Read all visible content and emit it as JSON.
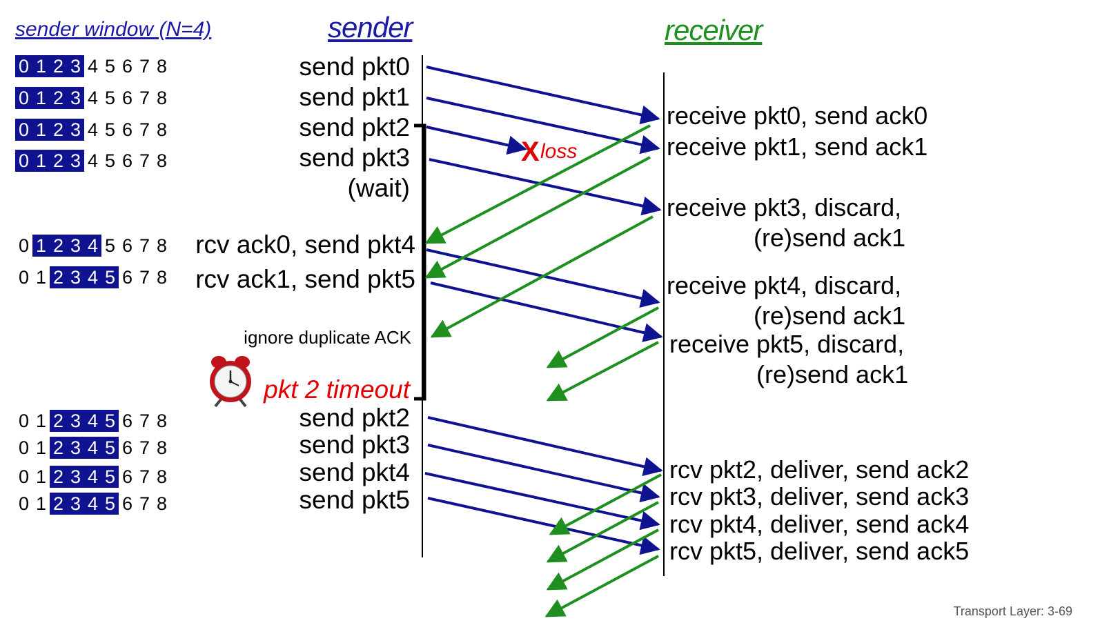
{
  "headers": {
    "sender_window": "sender window (N=4)",
    "sender": "sender",
    "receiver": "receiver"
  },
  "windows": [
    {
      "start": 0,
      "end": 3
    },
    {
      "start": 0,
      "end": 3
    },
    {
      "start": 0,
      "end": 3
    },
    {
      "start": 0,
      "end": 3
    },
    {
      "start": 1,
      "end": 4
    },
    {
      "start": 2,
      "end": 5
    },
    {
      "start": 2,
      "end": 5
    },
    {
      "start": 2,
      "end": 5
    },
    {
      "start": 2,
      "end": 5
    },
    {
      "start": 2,
      "end": 5
    }
  ],
  "sender_events": [
    "send  pkt0",
    "send  pkt1",
    "send  pkt2",
    "send  pkt3",
    "(wait)",
    "rcv ack0, send pkt4",
    "rcv ack1, send pkt5",
    "send  pkt2",
    "send  pkt3",
    "send  pkt4",
    "send  pkt5"
  ],
  "notes": {
    "ignore_dup": "ignore duplicate ACK",
    "timeout": "pkt 2 timeout",
    "loss_x": "X",
    "loss": "loss"
  },
  "receiver_events": [
    "receive pkt0, send ack0",
    "receive pkt1, send ack1",
    "receive pkt3, discard,",
    "(re)send ack1",
    "receive pkt4, discard,",
    "(re)send ack1",
    "receive pkt5, discard,",
    "(re)send ack1",
    "rcv pkt2, deliver, send ack2",
    "rcv pkt3, deliver, send ack3",
    "rcv pkt4, deliver, send ack4",
    "rcv pkt5, deliver, send ack5"
  ],
  "footer": "Transport Layer: 3-69",
  "colors": {
    "packet": "#101390",
    "ack": "#1f8f1f",
    "loss": "#e00000",
    "window_fill": "#101390"
  }
}
